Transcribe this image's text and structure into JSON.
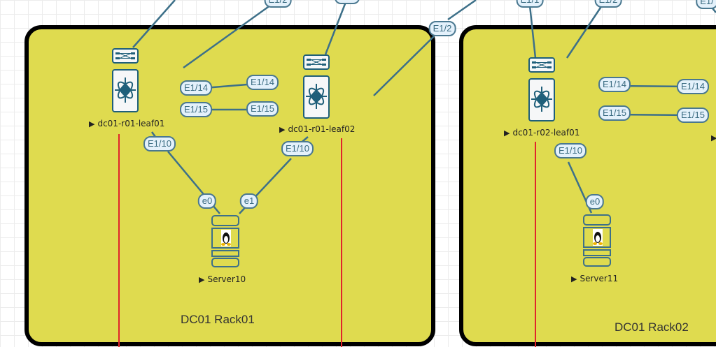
{
  "racks": [
    {
      "label": "DC01 Rack01"
    },
    {
      "label": "DC01 Rack02"
    }
  ],
  "nodes": {
    "leaf1": {
      "label": "dc01-r01-leaf01",
      "type": "nexus-switch"
    },
    "leaf2": {
      "label": "dc01-r01-leaf02",
      "type": "nexus-switch"
    },
    "leaf3": {
      "label": "dc01-r02-leaf01",
      "type": "nexus-switch"
    },
    "server10": {
      "label": "Server10",
      "type": "linux-server"
    },
    "server11": {
      "label": "Server11",
      "type": "linux-server"
    }
  },
  "ports": {
    "top_e12_a": "E1/2",
    "top_e12_b": "E1/2",
    "top_e11_c": "E1/1",
    "top_e12_c": "E1/2",
    "top_e1x_d": "E1/",
    "leaf1_e114": "E1/14",
    "leaf1_e115": "E1/15",
    "leaf2_e114": "E1/14",
    "leaf2_e115": "E1/15",
    "leaf1_e110": "E1/10",
    "leaf2_e110": "E1/10",
    "srv10_e0": "e0",
    "srv10_e1": "e1",
    "leaf3_e114": "E1/14",
    "leaf3_e115": "E1/15",
    "peer_e114": "E1/14",
    "peer_e115": "E1/15",
    "leaf3_e110": "E1/10",
    "srv11_e0": "e0"
  },
  "colors": {
    "rack_fill": "#dfdb4f",
    "link": "#3d7089",
    "vlink": "#e0252b",
    "port_fill": "#e4f1fb"
  }
}
